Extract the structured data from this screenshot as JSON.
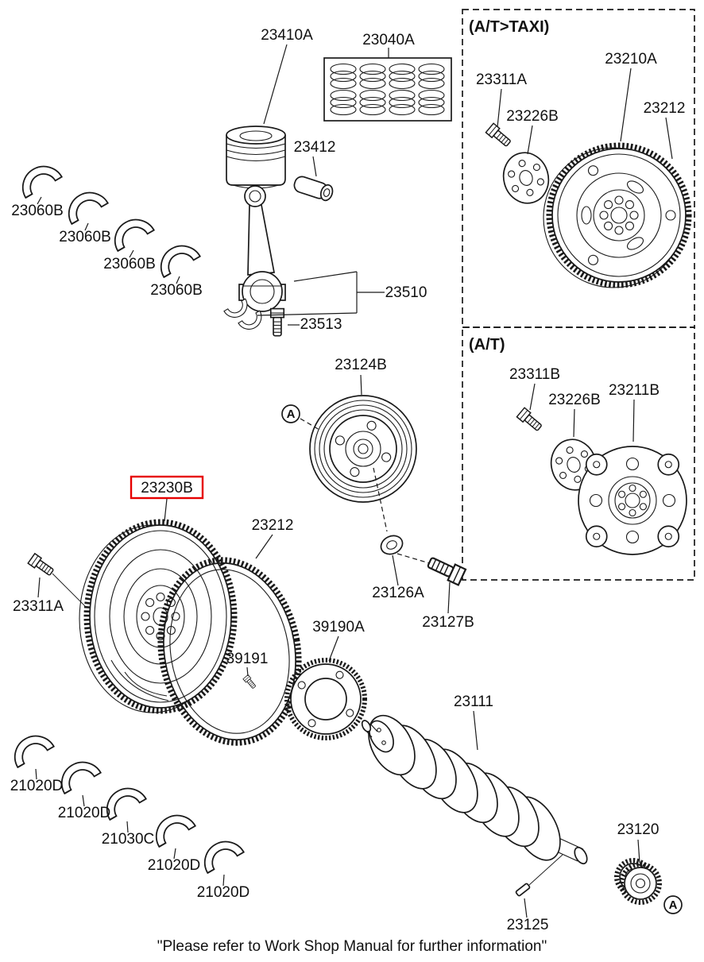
{
  "diagram": {
    "marker": "A",
    "footer": "\"Please refer to Work Shop Manual for further information\"",
    "colors": {
      "line": "#1a1a1a",
      "highlight": "#e60000",
      "background": "#ffffff"
    },
    "labels": {
      "p23410A": "23410A",
      "p23040A": "23040A",
      "p23412": "23412",
      "p23060B_1": "23060B",
      "p23060B_2": "23060B",
      "p23060B_3": "23060B",
      "p23060B_4": "23060B",
      "p23510": "23510",
      "p23513": "23513",
      "p23124B": "23124B",
      "p23230B": "23230B",
      "p23212": "23212",
      "p23311A": "23311A",
      "p23126A": "23126A",
      "p23127B": "23127B",
      "p39191": "39191",
      "p39190A": "39190A",
      "p23111": "23111",
      "p21020D_1": "21020D",
      "p21020D_2": "21020D",
      "p21030C": "21030C",
      "p21020D_3": "21020D",
      "p21020D_4": "21020D",
      "p23120": "23120",
      "p23125": "23125"
    },
    "sections": {
      "at_taxi": {
        "title": "(A/T>TAXI)",
        "p23311A": "23311A",
        "p23226B": "23226B",
        "p23210A": "23210A",
        "p23212": "23212"
      },
      "at": {
        "title": "(A/T)",
        "p23311B": "23311B",
        "p23226B": "23226B",
        "p23211B": "23211B"
      }
    }
  }
}
